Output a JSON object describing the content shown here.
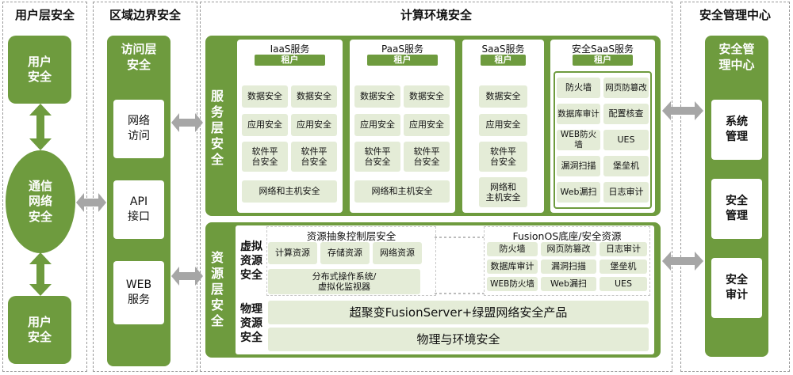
{
  "columns": {
    "user": "用户层安全",
    "region": "区域边界安全",
    "compute": "计算环境安全",
    "mgmt": "安全管理中心"
  },
  "user_col": {
    "top": "用户\n安全",
    "mid": "通信\n网络\n安全",
    "bottom": "用户\n安全"
  },
  "region_col": {
    "title": "访问层\n安全",
    "items": [
      "网络\n访问",
      "API\n接口",
      "WEB\n服务"
    ]
  },
  "service_layer": {
    "label": "服务\n层\n安全",
    "iaas": {
      "title": "IaaS服务",
      "tag": "租户",
      "cells": [
        "数据安全",
        "数据安全",
        "应用安全",
        "应用安全",
        "软件平\n台安全",
        "软件平\n台安全"
      ],
      "bottom": "网络和主机安全"
    },
    "paas": {
      "title": "PaaS服务",
      "tag": "租户",
      "cells": [
        "数据安全",
        "数据安全",
        "应用安全",
        "应用安全",
        "软件平\n台安全",
        "软件平\n台安全"
      ],
      "bottom": "网络和主机安全"
    },
    "saas": {
      "title": "SaaS服务",
      "tag": "租户",
      "cells": [
        "数据安全",
        "应用安全",
        "软件平\n台安全",
        "网络和\n主机安全"
      ]
    },
    "sec_saas": {
      "title": "安全SaaS服务",
      "tag": "租户",
      "cells": [
        "防火墙",
        "网页防篡改",
        "数据库审计",
        "配置核查",
        "WEB防火墙",
        "UES",
        "漏洞扫描",
        "堡垒机",
        "Web漏扫",
        "日志审计"
      ]
    }
  },
  "resource_layer": {
    "label": "资源\n层\n安全",
    "virtual_label": "虚拟\n资源\n安全",
    "abstract_title": "资源抽象控制层安全",
    "abstract_cells": [
      "计算资源",
      "存储资源",
      "网络资源"
    ],
    "distributed": "分布式操作系统/\n虚拟化监视器",
    "fusion_title": "FusionOS底座/安全资源",
    "fusion_cells": [
      "防火墙",
      "网页防篡改",
      "日志审计",
      "数据库审计",
      "漏洞扫描",
      "堡垒机",
      "WEB防火墙",
      "Web漏扫",
      "UES"
    ],
    "physical_label": "物理\n资源\n安全",
    "physical_top": "超聚变FusionServer+绿盟网络安全产品",
    "physical_bottom": "物理与环境安全"
  },
  "mgmt_col": {
    "title": "安全管\n理中心",
    "items": [
      "系统\n管理",
      "安全\n管理",
      "安全\n审计"
    ]
  },
  "colors": {
    "green": "#6e9b3e",
    "light": "#e4ecd7",
    "arrow": "#a6a6a6"
  }
}
